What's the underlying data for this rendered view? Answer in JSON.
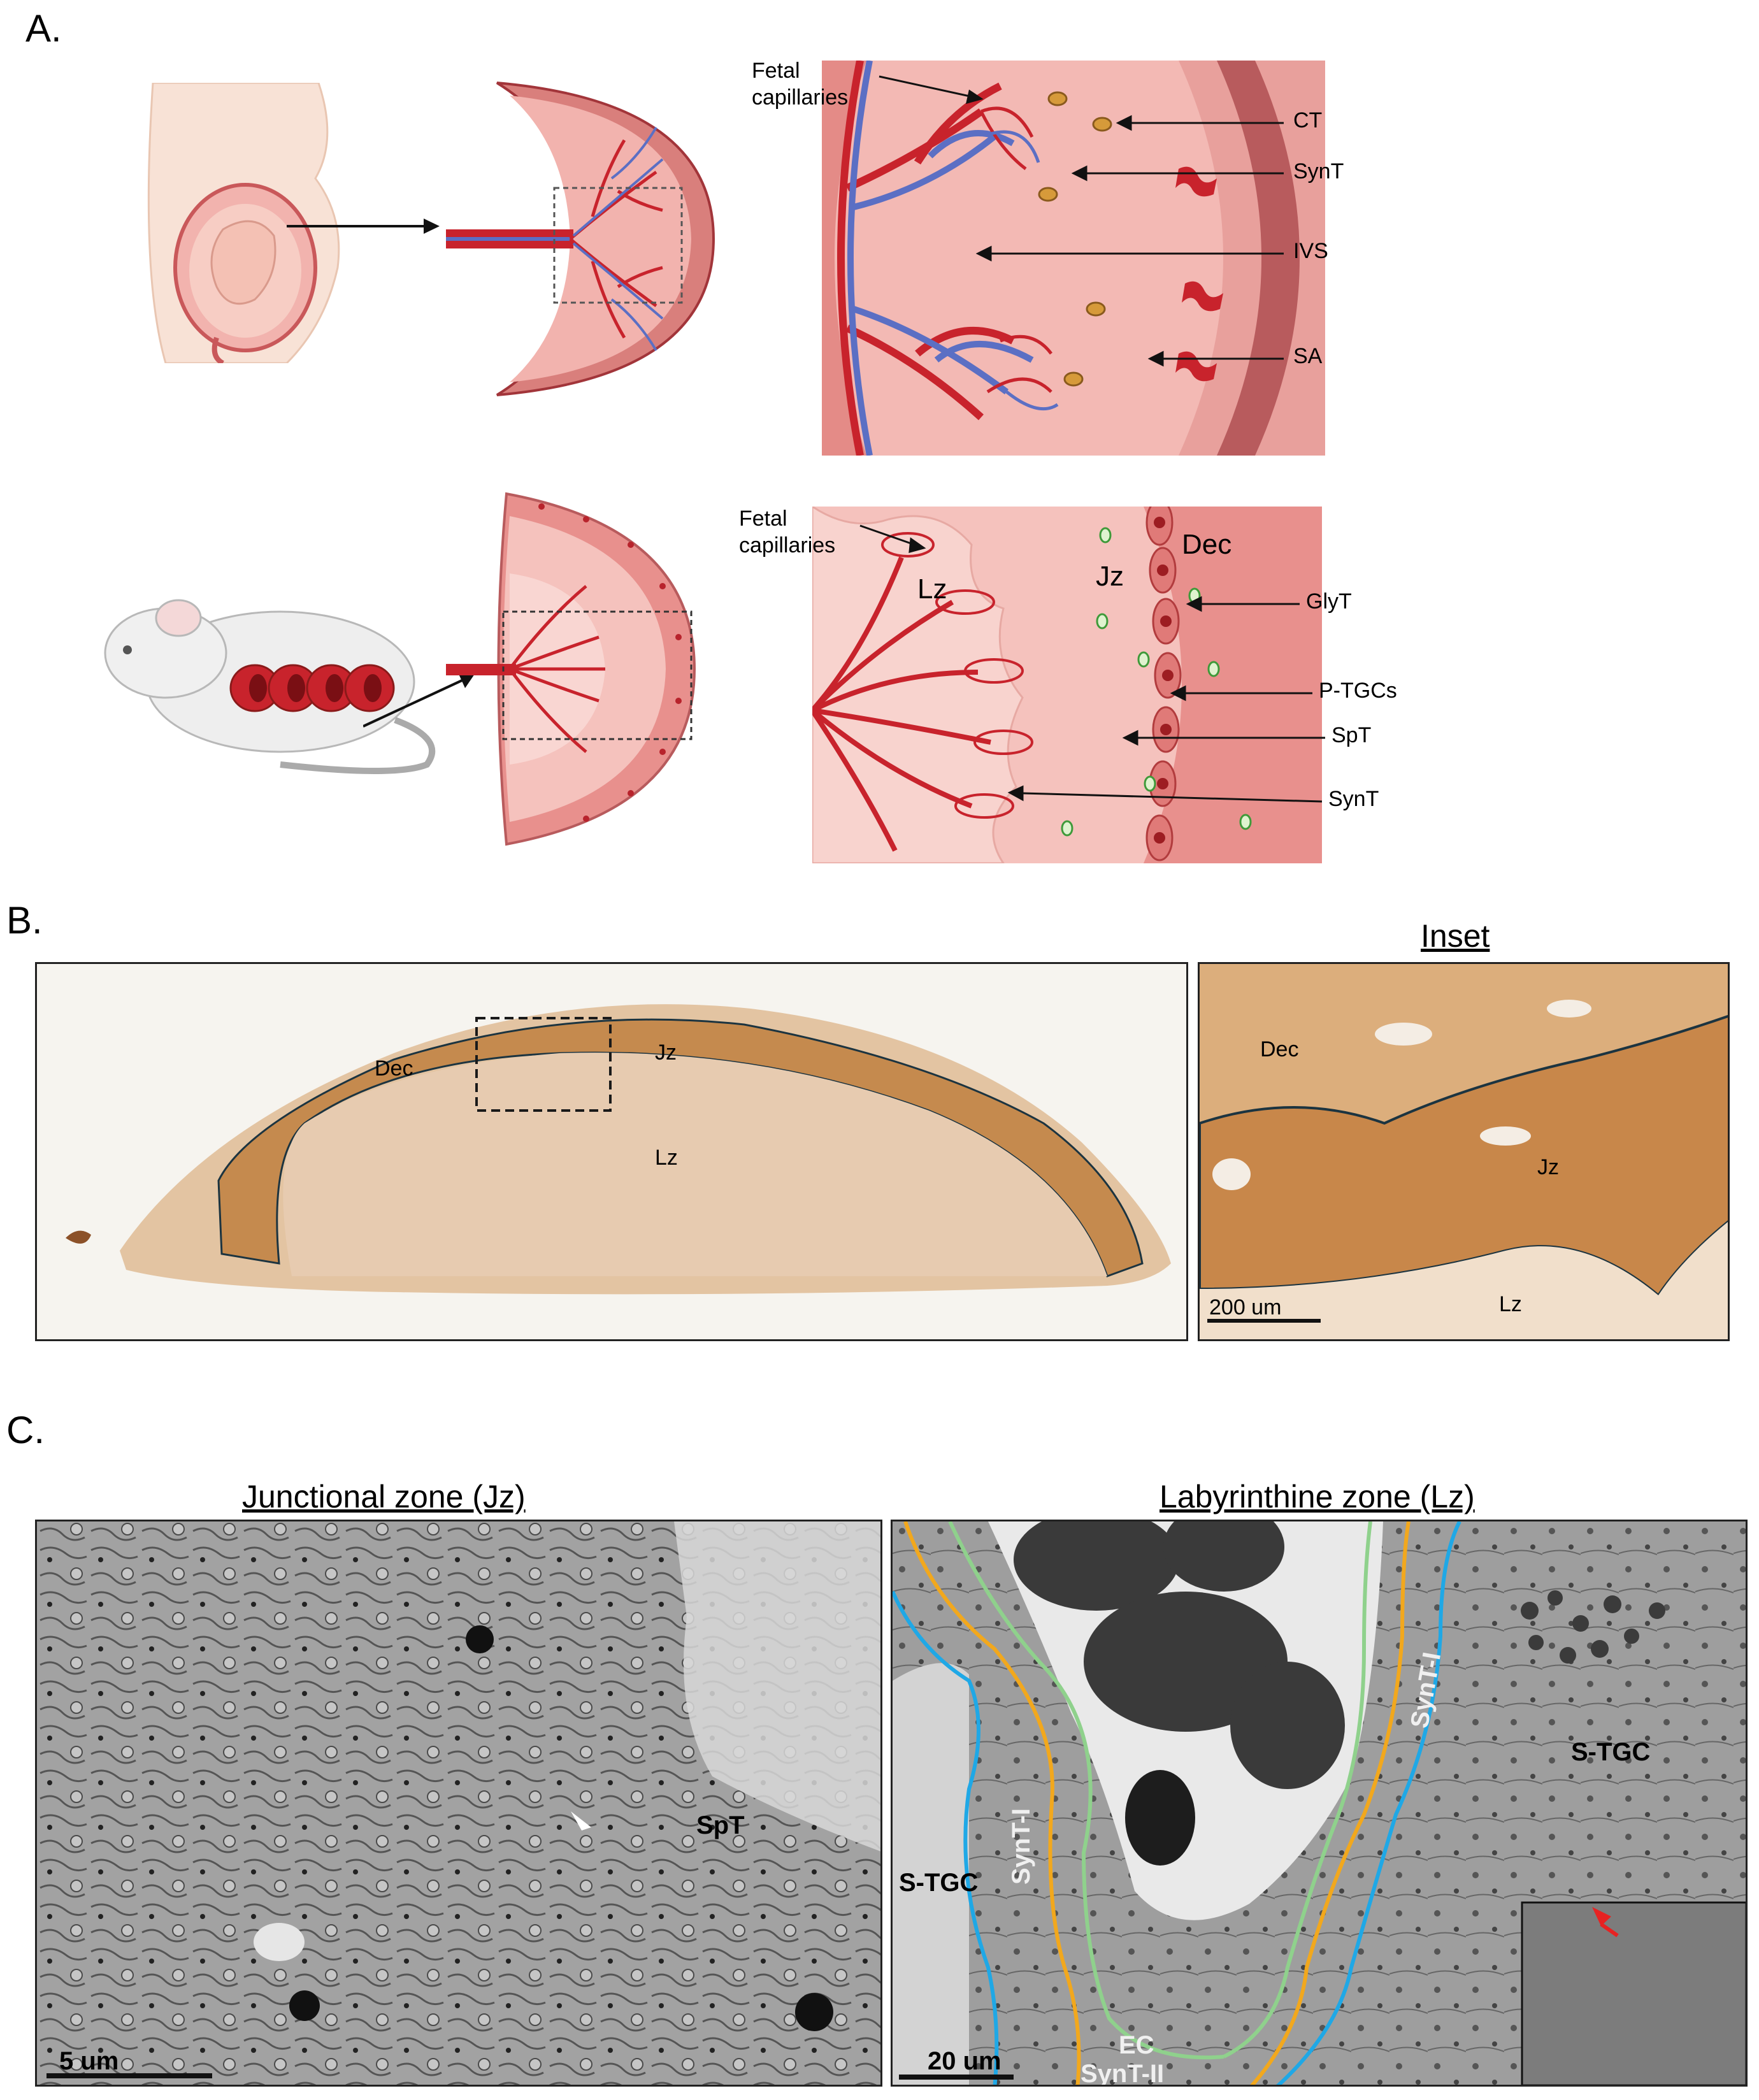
{
  "panels": {
    "a": {
      "letter": "A.",
      "human_labels": {
        "fetal_capillaries_1": "Fetal",
        "fetal_capillaries_2": "capillaries",
        "ct": "CT",
        "synt": "SynT",
        "ivs": "IVS",
        "sa": "SA"
      },
      "mouse_labels": {
        "fetal_capillaries_1": "Fetal",
        "fetal_capillaries_2": "capillaries",
        "lz": "Lz",
        "jz": "Jz",
        "dec": "Dec",
        "glyt": "GlyT",
        "ptgcs": "P-TGCs",
        "spt": "SpT",
        "synt": "SynT"
      }
    },
    "b": {
      "letter": "B.",
      "overview_labels": {
        "dec": "Dec",
        "jz": "Jz",
        "lz": "Lz"
      },
      "inset_title": "Inset",
      "inset_labels": {
        "dec": "Dec",
        "jz": "Jz",
        "lz": "Lz",
        "scale": "200 um"
      }
    },
    "c": {
      "letter": "C.",
      "jz_title": "Junctional zone (Jz)",
      "lz_title": "Labyrinthine zone (Lz)",
      "jz_labels": {
        "spt": "SpT",
        "scale": "5 um"
      },
      "lz_labels": {
        "s_tgc_right": "S-TGC",
        "s_tgc_left": "S-TGC",
        "synt_i_left": "SynT-I",
        "synt_i_right": "SynT-I",
        "ec": "EC",
        "synt_ii": "SynT-II",
        "scale": "20 um"
      }
    }
  },
  "colors": {
    "maternal_red": "#c8232c",
    "fetal_blue": "#5b6fc4",
    "tissue_pink": "#f3b9b4",
    "ihc_brown": "#c58a4e",
    "trace_blue": "#1fa8e6",
    "trace_orange": "#f2a81d",
    "trace_green": "#8fd18c"
  }
}
